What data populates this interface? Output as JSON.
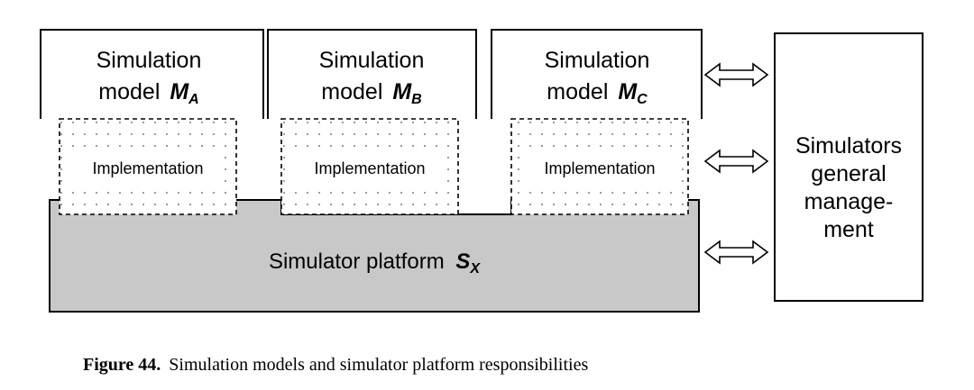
{
  "figure": {
    "models": [
      {
        "line1": "Simulation",
        "line2": "model",
        "symbol": "M",
        "subscript": "A"
      },
      {
        "line1": "Simulation",
        "line2": "model",
        "symbol": "M",
        "subscript": "B"
      },
      {
        "line1": "Simulation",
        "line2": "model",
        "symbol": "M",
        "subscript": "C"
      }
    ],
    "implementation_label": "Implementation",
    "platform": {
      "label": "Simulator platform",
      "symbol": "S",
      "subscript": "X",
      "fill": "#c8c8c8"
    },
    "management": {
      "lines": [
        "Simulators",
        "general",
        "manage-",
        "ment"
      ]
    },
    "arrows": [
      "double-arrow-icon",
      "double-arrow-icon",
      "double-arrow-icon"
    ],
    "caption": {
      "label": "Figure 44.",
      "text": "Simulation models and simulator platform responsibilities"
    }
  }
}
